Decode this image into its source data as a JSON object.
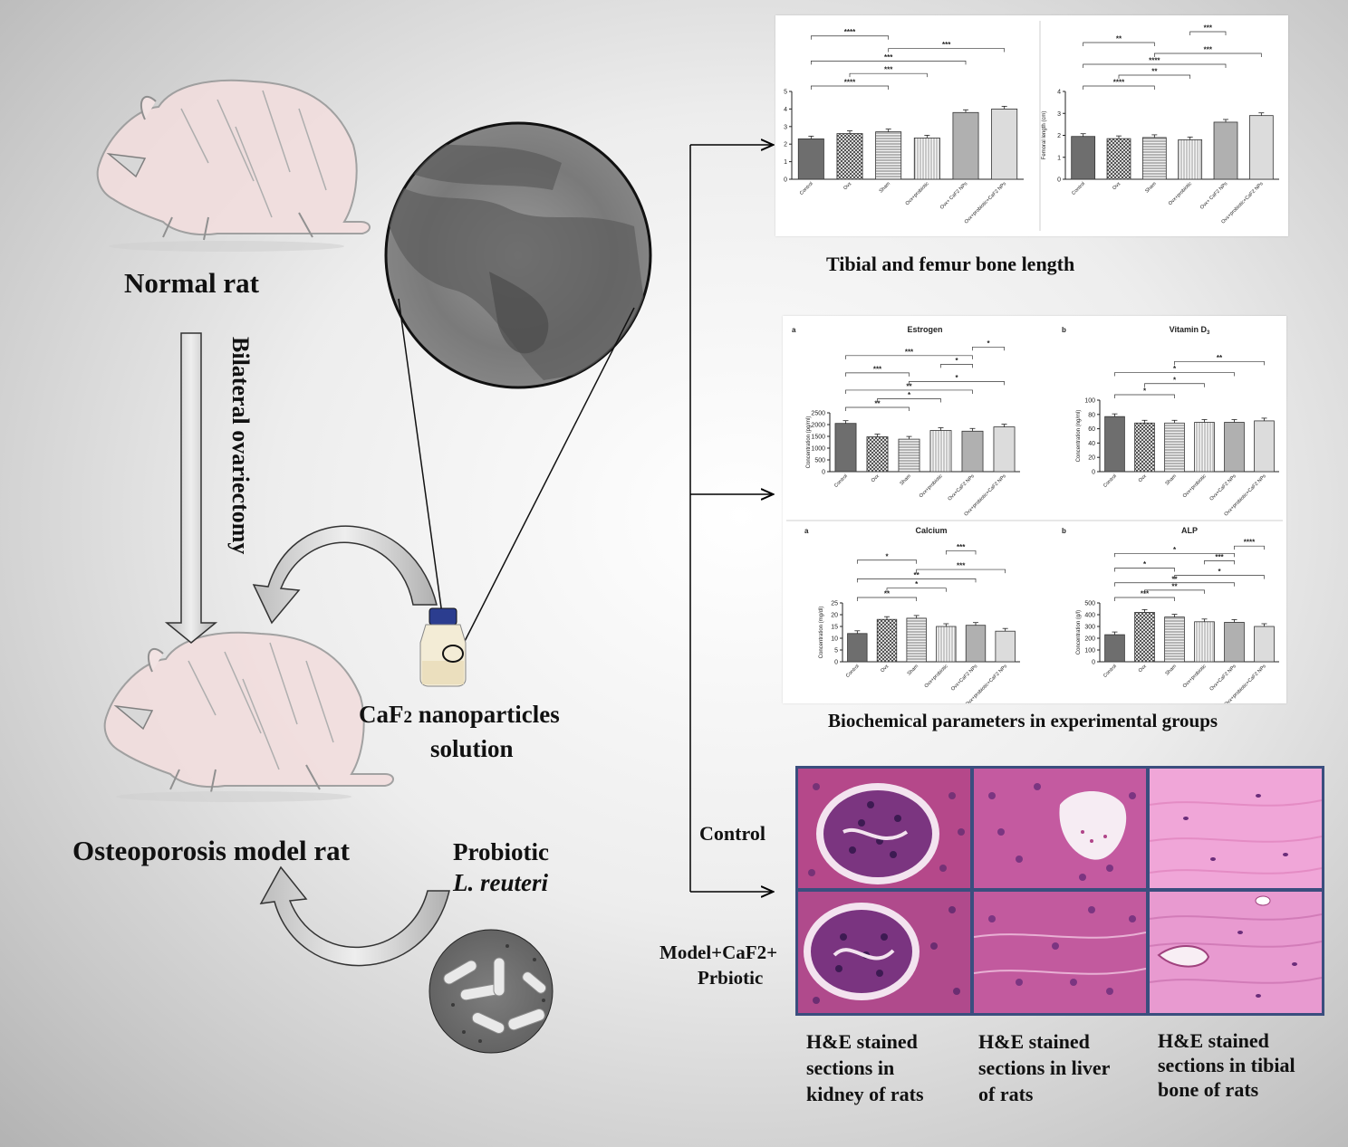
{
  "labels": {
    "normal_rat": "Normal rat",
    "ovariectomy": "Bilateral ovariectomy",
    "osteoporosis_rat": "Osteoporosis model rat",
    "caf2_line1_pre": "CaF",
    "caf2_sub": "2",
    "caf2_line1_post": " nanoparticles",
    "caf2_line2": "solution",
    "probiotic_line1": "Probiotic",
    "probiotic_line2": "L. reuteri",
    "tibial_caption": "Tibial and femur bone length",
    "biochem_caption": "Biochemical parameters in experimental groups",
    "row_control": "Control",
    "row_model_line1": "Model+CaF2+",
    "row_model_line2": "Prbiotic",
    "he_kidney": [
      "H&E stained",
      "sections in",
      "kidney of rats"
    ],
    "he_liver": [
      "H&E stained",
      "sections in liver",
      "of rats"
    ],
    "he_bone": [
      "H&E stained",
      "sections in tibial",
      "bone of rats"
    ]
  },
  "chart_data": [
    {
      "type": "bar",
      "panel": "tibial",
      "categories": [
        "Control",
        "Ovx",
        "Sham",
        "Ovx+probiotic",
        "Ovx+ CaF2 NPs",
        "Ovx+probiotic+CaF2 NPs"
      ],
      "values": [
        2.3,
        2.6,
        2.7,
        2.35,
        3.8,
        4.0
      ],
      "ylim": [
        0,
        5
      ],
      "yticks": [
        "0",
        "1",
        "2",
        "3",
        "4",
        "5"
      ],
      "ylabel": "",
      "significance": [
        "****",
        "***",
        "***",
        "***",
        "****"
      ]
    },
    {
      "type": "bar",
      "panel": "femur",
      "categories": [
        "Control",
        "Ovx",
        "Sham",
        "Ovx+probiotic",
        "Ovx+ CaF2 NPs",
        "Ovx+probiotic+CaF2 NPs"
      ],
      "values": [
        1.95,
        1.85,
        1.9,
        1.8,
        2.6,
        2.9
      ],
      "ylim": [
        0,
        4
      ],
      "yticks": [
        "0",
        "1",
        "2",
        "3",
        "4"
      ],
      "ylabel": "Femoral length (cm)",
      "significance": [
        "****",
        "**",
        "****",
        "***",
        "**",
        "***"
      ]
    },
    {
      "type": "bar",
      "panel": "estrogen",
      "letter": "a",
      "title": "Estrogen",
      "categories": [
        "Control",
        "Ovx",
        "Sham",
        "Ovx+probiotic",
        "Ovx+CaF2 NPs",
        "Ovx+probiotic+CaF2 NPs"
      ],
      "values": [
        2050,
        1480,
        1380,
        1750,
        1720,
        1900
      ],
      "ylim": [
        0,
        2500
      ],
      "yticks": [
        "0",
        "500",
        "1000",
        "1500",
        "2000",
        "2500"
      ],
      "ylabel": "Concentration (pg/ml)",
      "significance": [
        "**",
        "*",
        "**",
        "*",
        "***",
        "*",
        "***",
        "*"
      ]
    },
    {
      "type": "bar",
      "panel": "vitamin_d",
      "letter": "b",
      "title": "Vitamin D",
      "title_sub": "3",
      "categories": [
        "Control",
        "Ovx",
        "Sham",
        "Ovx+probiotic",
        "Ovx+CaF2 NPs",
        "Ovx+probiotic+CaF2 NPs"
      ],
      "values": [
        77,
        68,
        68,
        69,
        69,
        71
      ],
      "ylim": [
        0,
        100
      ],
      "yticks": [
        "0",
        "20",
        "40",
        "60",
        "80",
        "100"
      ],
      "ylabel": "Concentration (ng/ml)",
      "significance": [
        "*",
        "*",
        "*",
        "**"
      ]
    },
    {
      "type": "bar",
      "panel": "calcium",
      "letter": "a",
      "title": "Calcium",
      "categories": [
        "Control",
        "Ovx",
        "Sham",
        "Ovx+probiotic",
        "Ovx+CaF2 NPs",
        "Ovx+probiotic+CaF2 NPs"
      ],
      "values": [
        12,
        18,
        18.5,
        15,
        15.5,
        13
      ],
      "ylim": [
        0,
        25
      ],
      "yticks": [
        "0",
        "5",
        "10",
        "15",
        "20",
        "25"
      ],
      "ylabel": "Concentration (mg/dl)",
      "significance": [
        "**",
        "*",
        "**",
        "***",
        "*",
        "***"
      ]
    },
    {
      "type": "bar",
      "panel": "alp",
      "letter": "b",
      "title": "ALP",
      "categories": [
        "Control",
        "Ovx",
        "Sham",
        "Ovx+probiotic",
        "Ovx+CaF2 NPs",
        "Ovx+probiotic+CaF2 NPs"
      ],
      "values": [
        230,
        420,
        380,
        340,
        335,
        300
      ],
      "ylim": [
        0,
        500
      ],
      "yticks": [
        "0",
        "100",
        "200",
        "300",
        "400",
        "500"
      ],
      "ylabel": "Concentration (g/l)",
      "significance": [
        "***",
        "**",
        "**",
        "*",
        "*",
        "***",
        "*",
        "****"
      ]
    }
  ]
}
